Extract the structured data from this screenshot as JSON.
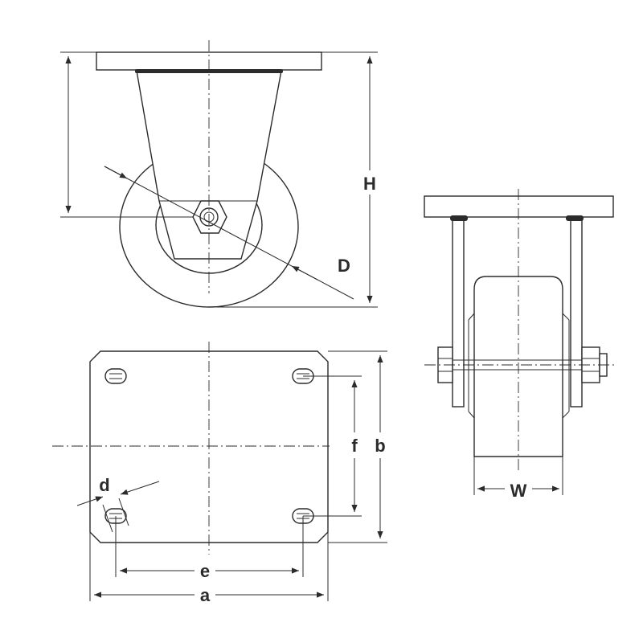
{
  "dimensions": {
    "H": "H",
    "D": "D",
    "W": "W",
    "a": "a",
    "b": "b",
    "d": "d",
    "e": "e",
    "f": "f"
  },
  "colors": {
    "line": "#2b2b2b",
    "background": "#ffffff"
  }
}
